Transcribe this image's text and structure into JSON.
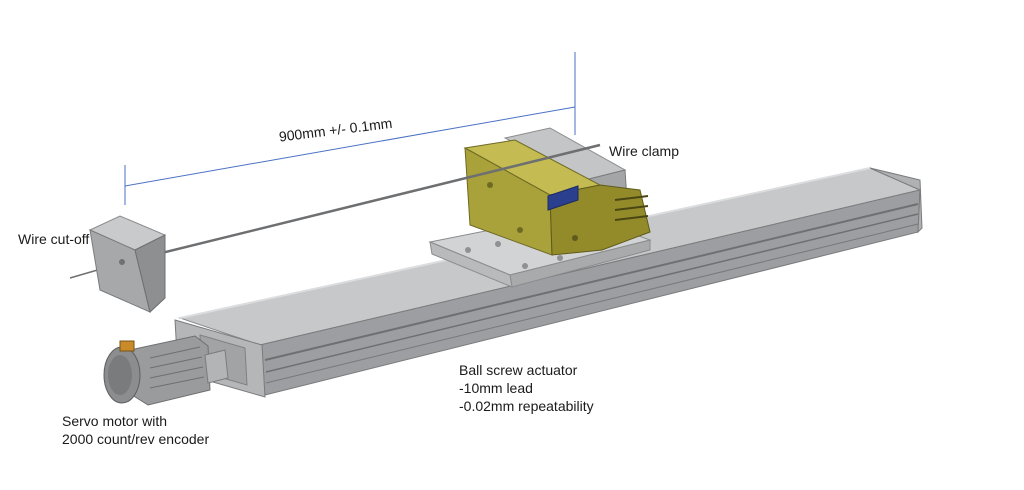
{
  "labels": {
    "dimension": "900mm +/- 0.1mm",
    "wire_clamp": "Wire clamp",
    "wire_cutoff": "Wire cut-off",
    "ball_screw": {
      "line1": "Ball screw actuator",
      "line2": "-10mm lead",
      "line3": "-0.02mm repeatability"
    },
    "servo": {
      "line1": "Servo motor with",
      "line2": "2000 count/rev encoder"
    }
  },
  "colors": {
    "dimension_line": "#4a72c4",
    "clamp_body": "#a9a13a",
    "actuator_body": "#a8a9ab",
    "background": "#ffffff"
  }
}
